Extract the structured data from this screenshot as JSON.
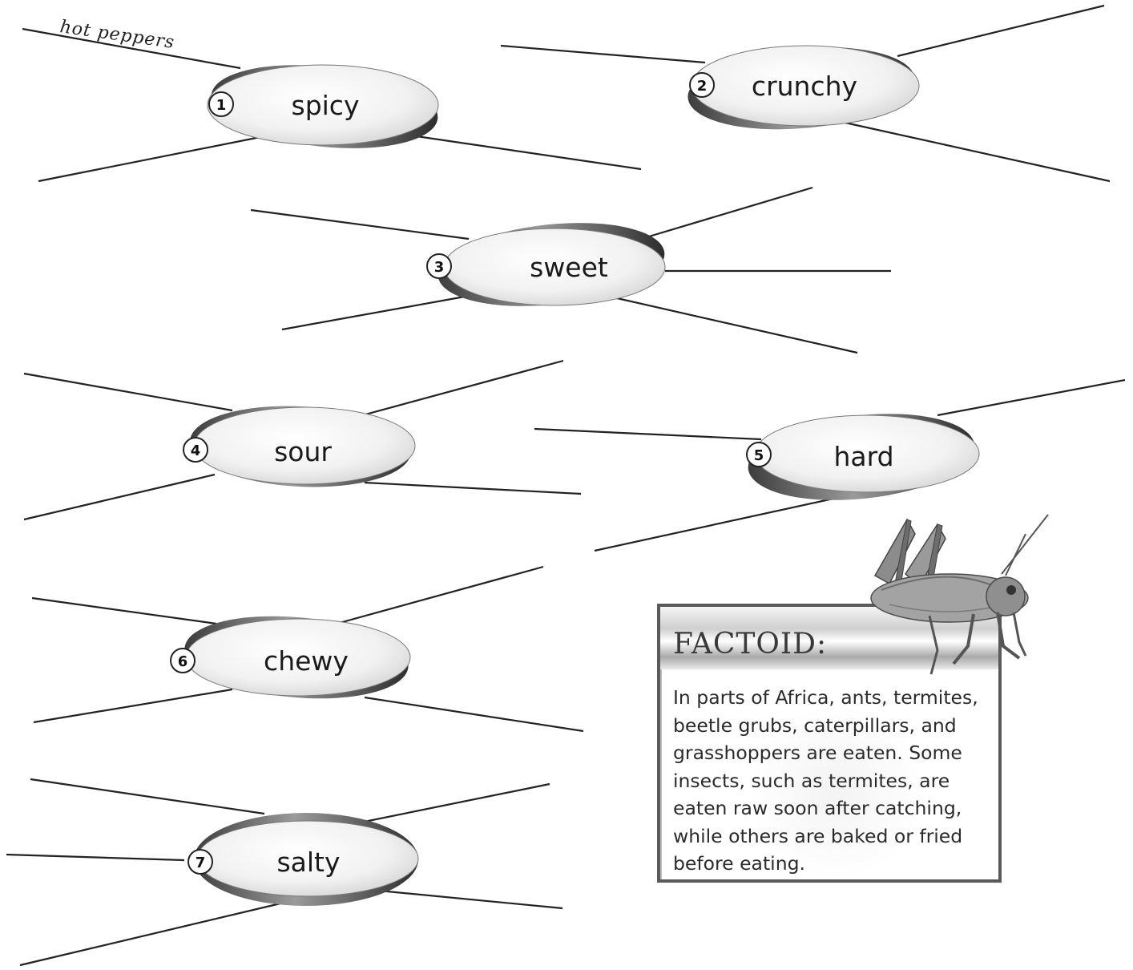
{
  "annotation": "hot peppers",
  "ovals": [
    {
      "number": "1",
      "label": "spicy"
    },
    {
      "number": "2",
      "label": "crunchy"
    },
    {
      "number": "3",
      "label": "sweet"
    },
    {
      "number": "4",
      "label": "sour"
    },
    {
      "number": "5",
      "label": "hard"
    },
    {
      "number": "6",
      "label": "chewy"
    },
    {
      "number": "7",
      "label": "salty"
    }
  ],
  "factoid": {
    "title": "FACTOID:",
    "lines": [
      "In parts of Africa, ants, termites,",
      "beetle grubs, caterpillars, and",
      "grasshoppers are eaten.  Some",
      "insects, such as termites, are",
      "eaten raw soon after catching,",
      "while others are baked or fried",
      "before eating."
    ]
  },
  "colors": {
    "line": "#222222",
    "oval_shadow": "#555555",
    "oval_fill": "#f2f2f2",
    "box_border": "#5a5a5a"
  },
  "icons": [
    "grasshopper-image"
  ]
}
